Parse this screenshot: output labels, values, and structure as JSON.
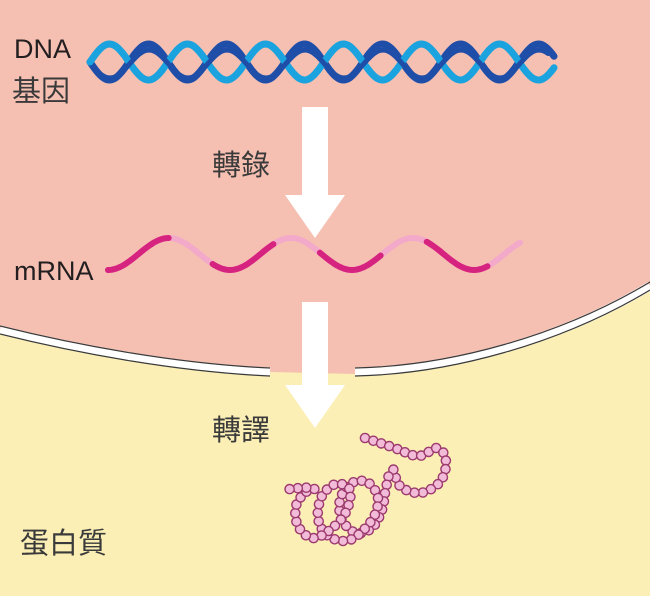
{
  "labels": {
    "dna": "DNA",
    "gene": "基因",
    "transcription": "轉錄",
    "mrna": "mRNA",
    "translation": "轉譯",
    "protein": "蛋白質"
  },
  "colors": {
    "nucleus": "#f5c0b2",
    "cytoplasm": "#fbefb5",
    "dna_dark": "#1f4ea8",
    "dna_light": "#1aa3de",
    "mrna_dark": "#d6237f",
    "mrna_light": "#f3a9c9",
    "protein_bead": "#f2bcd9",
    "protein_outline": "#9c3a6e",
    "arrow": "#ffffff"
  }
}
